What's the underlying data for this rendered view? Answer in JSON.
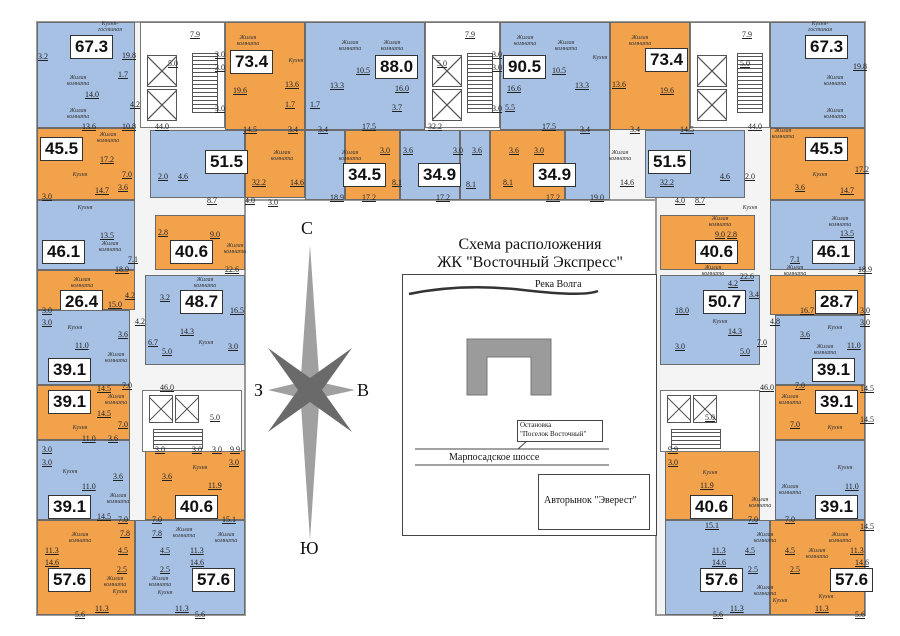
{
  "colors": {
    "one_two_room": "#a7c1e4",
    "alt": "#f3a24c"
  },
  "apartments": [
    {
      "area": "67.3",
      "color": "blue"
    },
    {
      "area": "73.4",
      "color": "orange"
    },
    {
      "area": "88.0",
      "color": "blue"
    },
    {
      "area": "90.5",
      "color": "blue"
    },
    {
      "area": "73.4",
      "color": "orange"
    },
    {
      "area": "67.3",
      "color": "blue"
    },
    {
      "area": "45.5",
      "color": "orange"
    },
    {
      "area": "51.5",
      "color": "blue"
    },
    {
      "area": "34.5",
      "color": "orange"
    },
    {
      "area": "34.9",
      "color": "blue"
    },
    {
      "area": "34.9",
      "color": "orange"
    },
    {
      "area": "51.5",
      "color": "blue"
    },
    {
      "area": "45.5",
      "color": "orange"
    },
    {
      "area": "46.1",
      "color": "blue"
    },
    {
      "area": "40.6",
      "color": "orange"
    },
    {
      "area": "26.4",
      "color": "orange"
    },
    {
      "area": "48.7",
      "color": "blue"
    },
    {
      "area": "39.1",
      "color": "blue"
    },
    {
      "area": "39.1",
      "color": "orange"
    },
    {
      "area": "39.1",
      "color": "blue"
    },
    {
      "area": "40.6",
      "color": "orange"
    },
    {
      "area": "57.6",
      "color": "orange"
    },
    {
      "area": "57.6",
      "color": "blue"
    },
    {
      "area": "40.6",
      "color": "orange"
    },
    {
      "area": "46.1",
      "color": "blue"
    },
    {
      "area": "50.7",
      "color": "blue"
    },
    {
      "area": "28.7",
      "color": "orange"
    },
    {
      "area": "39.1",
      "color": "blue"
    },
    {
      "area": "39.1",
      "color": "orange"
    },
    {
      "area": "39.1",
      "color": "blue"
    },
    {
      "area": "40.6",
      "color": "orange"
    },
    {
      "area": "57.6",
      "color": "blue"
    },
    {
      "area": "57.6",
      "color": "orange"
    }
  ],
  "room_types": {
    "living": "Жилая комната",
    "kitchen": "Кухня",
    "kitchen_living": "Кухня-гостиная"
  },
  "dims": [
    "3.2",
    "19.8",
    "1.7",
    "14.0",
    "4.2",
    "13.6",
    "10.8",
    "7.9",
    "5.0",
    "3.0",
    "3.0",
    "3.0",
    "19.6",
    "13.6",
    "1.7",
    "14.5",
    "3.4",
    "44.0",
    "17.2",
    "7.0",
    "14.7",
    "3.6",
    "3.0",
    "2.0",
    "4.6",
    "32.2",
    "8.7",
    "4.0",
    "3.0",
    "14.6",
    "10.5",
    "16.0",
    "3.7",
    "13.3",
    "1.7",
    "3.4",
    "17.5",
    "7.9",
    "5.0",
    "3.0",
    "3.0",
    "3.0",
    "16.6",
    "5.5",
    "10.5",
    "13.3",
    "17.5",
    "3.4",
    "32.2",
    "18.9",
    "17.2",
    "8.1",
    "17.2",
    "8.1",
    "8.1",
    "17.2",
    "19.0",
    "3.0",
    "3.6",
    "3.0",
    "3.6",
    "3.6",
    "3.0",
    "13.5",
    "9.0",
    "2.8",
    "18.9",
    "7.1",
    "22.6",
    "4.2",
    "15.0",
    "3.2",
    "16.5",
    "3.0",
    "3.0",
    "4.2",
    "3.6",
    "14.3",
    "11.0",
    "6.7",
    "5.0",
    "3.0",
    "14.5",
    "7.0",
    "46.0",
    "14.5",
    "5.0",
    "7.0",
    "11.0",
    "3.6",
    "3.0",
    "3.0",
    "3.0",
    "3.0",
    "9.9",
    "3.0",
    "3.0",
    "3.6",
    "3.6",
    "11.0",
    "11.9",
    "14.5",
    "7.0",
    "7.0",
    "15.1",
    "7.8",
    "7.8",
    "11.3",
    "4.5",
    "4.5",
    "11.3",
    "14.6",
    "14.6",
    "2.5",
    "2.5",
    "11.3",
    "11.3",
    "5.6",
    "5.6",
    "9.0",
    "2.8",
    "13.5",
    "22.6",
    "7.1",
    "18.9",
    "3.4",
    "4.2",
    "18.0",
    "16.7",
    "3.0",
    "3.0",
    "4.8",
    "14.3",
    "3.6",
    "7.0",
    "5.0",
    "3.0",
    "11.0",
    "7.0",
    "14.5",
    "46.0",
    "5.0",
    "14.5",
    "7.0",
    "19.8",
    "17.2",
    "14.7",
    "3.6",
    "32.2",
    "8.7",
    "4.6",
    "2.0",
    "4.0",
    "19.6",
    "14.5",
    "13.6",
    "3.4",
    "14.6",
    "44.0",
    "7.9",
    "5.0",
    "11.9",
    "7.0",
    "15.1",
    "11.3",
    "14.6",
    "4.5",
    "4.5",
    "11.3",
    "14.6",
    "2.5",
    "2.5",
    "11.3",
    "11.3",
    "5.6",
    "5.6",
    "11.0",
    "14.5",
    "7.0",
    "9.9",
    "3.0"
  ],
  "compass": {
    "north": "С",
    "south": "Ю",
    "west": "З",
    "east": "В"
  },
  "map": {
    "title_line1": "Схема расположения",
    "title_line2": "ЖК \"Восточный Экспресс\"",
    "river": "Река Волга",
    "bus_stop_line1": "Остановка",
    "bus_stop_line2": "\"Поселок Восточный\"",
    "road": "Марпосадское шоссе",
    "market": "Авторынок \"Эверест\""
  }
}
